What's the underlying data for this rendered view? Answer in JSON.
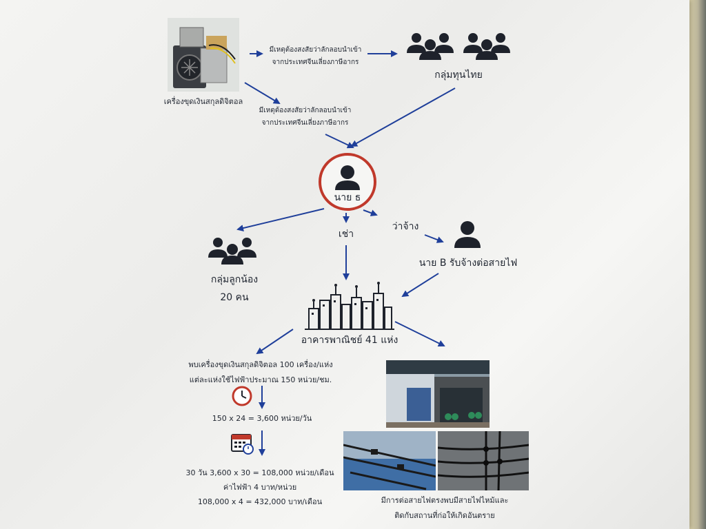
{
  "nodes": {
    "miner_caption": "เครื่องขุดเงินสกุลดิจิตอล",
    "capital_group": "กลุ่มทุนไทย",
    "smuggle_note_1_line1": "มีเหตุต้องสงสัยว่าลักลอบนำเข้า",
    "smuggle_note_1_line2": "จากประเทศจีนเลี่ยงภาษีอากร",
    "smuggle_note_2_line1": "มีเหตุต้องสงสัยว่าลักลอบนำเข้า",
    "smuggle_note_2_line2": "จากประเทศจีนเลี่ยงภาษีอากร",
    "mr_d": "นาย ธ",
    "rent": "เช่า",
    "hire": "ว่าจ้าง",
    "mr_b": "นาย B รับจ้างต่อสายไฟ",
    "henchmen_line1": "กลุ่มลูกน้อง",
    "henchmen_line2": "20 คน",
    "buildings": "อาคารพาณิชย์ 41 แห่ง"
  },
  "calc": {
    "line1": "พบเครื่องขุดเงินสกุลดิจิตอล 100 เครื่อง/แห่ง",
    "line2": "แต่ละแห่งใช้ไฟฟ้าประมาณ 150 หน่วย/ชม.",
    "daily": "150 x 24 = 3,600 หน่วย/วัน",
    "monthly": "30 วัน 3,600 x 30 = 108,000 หน่วย/เดือน",
    "rate": "ค่าไฟฟ้า 4 บาท/หน่วย",
    "cost": "108,000 x 4 = 432,000 บาท/เดือน"
  },
  "evidence": {
    "line1": "มีการต่อสายไฟตรงพบมีสายไฟไหม้และ",
    "line2": "ติดกับสถานที่ก่อให้เกิดอันตราย"
  },
  "colors": {
    "arrow": "#1f3f9a",
    "circle": "#c0392b",
    "icon": "#1e222b",
    "clock": "#c0392b"
  }
}
